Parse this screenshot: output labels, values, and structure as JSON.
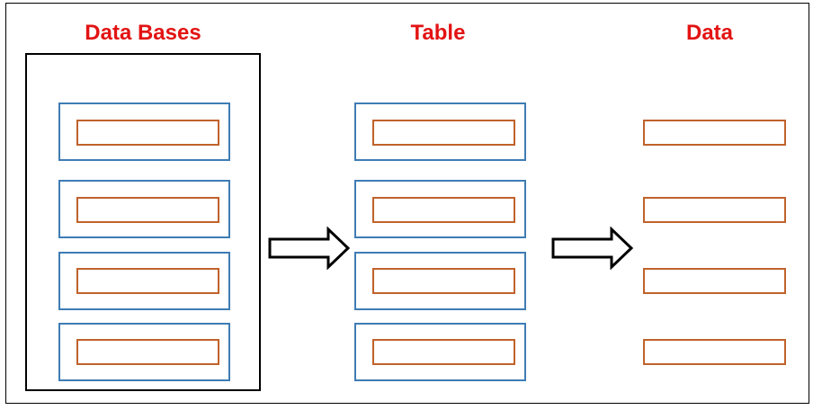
{
  "headings": {
    "databases": "Data Bases",
    "table": "Table",
    "data": "Data"
  },
  "colors": {
    "heading": "#e31313",
    "outer_box": "#3f7cb4",
    "inner_box": "#c0622b",
    "frame": "#000000"
  },
  "columns": [
    {
      "name": "databases",
      "row_count": 4,
      "has_outer_boxes": true,
      "has_container": true
    },
    {
      "name": "table",
      "row_count": 4,
      "has_outer_boxes": true,
      "has_container": false
    },
    {
      "name": "data",
      "row_count": 4,
      "has_outer_boxes": false,
      "has_container": false
    }
  ],
  "arrows": [
    {
      "icon": "right-arrow-icon",
      "from": "databases",
      "to": "table"
    },
    {
      "icon": "right-arrow-icon",
      "from": "table",
      "to": "data"
    }
  ]
}
